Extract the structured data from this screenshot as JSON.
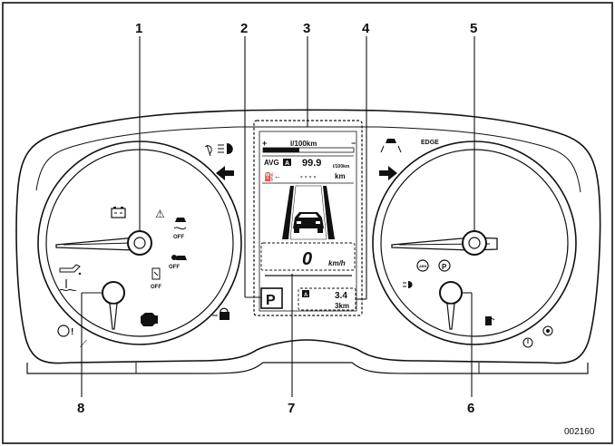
{
  "frame_label": "",
  "callouts": {
    "n1": "1",
    "n2": "2",
    "n3": "3",
    "n4": "4",
    "n5": "5",
    "n6": "6",
    "n7": "7",
    "n8": "8"
  },
  "figure_id": "002160",
  "display": {
    "fuel_unit": "l/100km",
    "avg_label": "AVG",
    "avg_box": "A",
    "avg_value": "99.9",
    "avg_unit": "l/100km",
    "range_dashes": "- - - -",
    "range_unit": "km",
    "speed_value": "0",
    "speed_unit": "km/h",
    "gear": "P",
    "trip_box": "A",
    "trip_value": "3.4",
    "trip_unit": "3km"
  },
  "indicators": {
    "vdc_off": "OFF",
    "srs_off": "OFF",
    "eyesight_off": "OFF",
    "edge": "EDGE"
  },
  "icons": [
    "left-turn-arrow-icon",
    "right-turn-arrow-icon",
    "battery-icon",
    "seatbelt-icon",
    "oil-pressure-icon",
    "coolant-temp-icon",
    "check-engine-icon",
    "vdc-off-icon",
    "fog-light-icon",
    "low-fuel-icon",
    "brake-warning-icon",
    "parking-brake-icon",
    "car-ahead-icon",
    "security-lock-icon",
    "abs-icon",
    "power-steering-icon"
  ]
}
